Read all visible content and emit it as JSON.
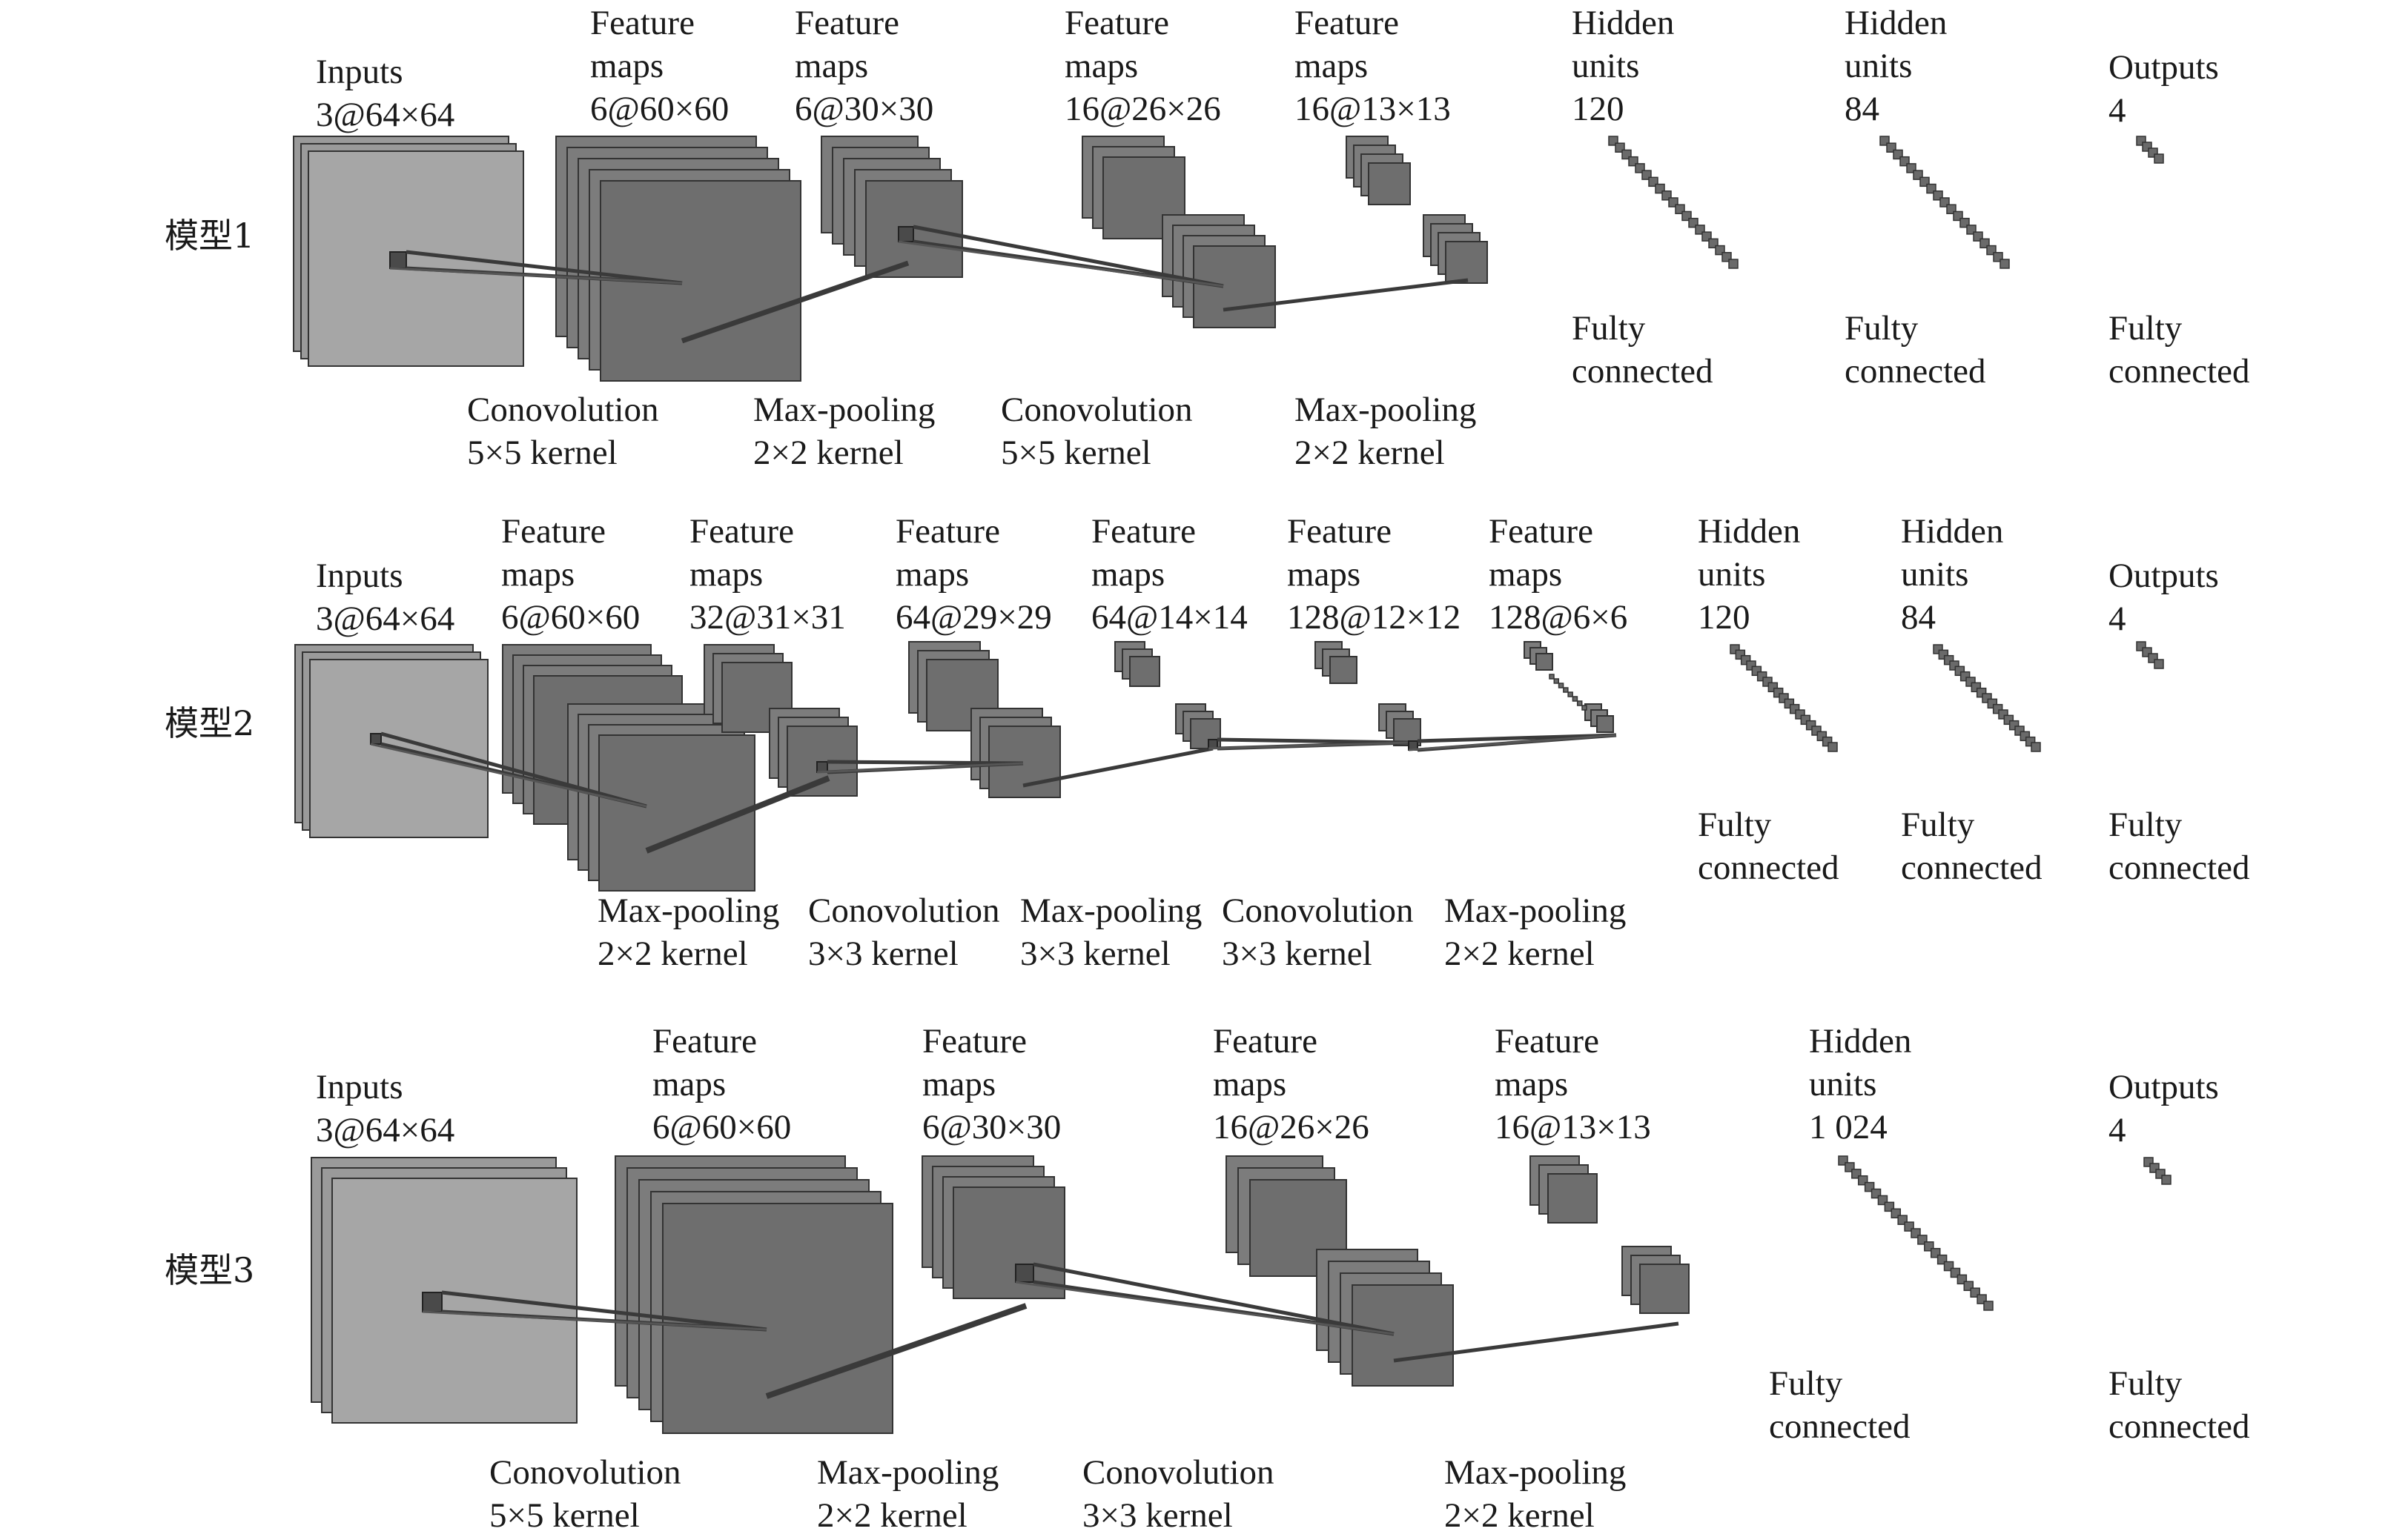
{
  "rows": [
    {
      "label": "模型1",
      "top_labels": [
        [
          "Inputs",
          "3@64×64"
        ],
        [
          "Feature",
          "maps",
          "6@60×60"
        ],
        [
          "Feature",
          "maps",
          "6@30×30"
        ],
        [
          "Feature",
          "maps",
          "16@26×26"
        ],
        [
          "Feature",
          "maps",
          "16@13×13"
        ],
        [
          "Hidden",
          "units",
          "120"
        ],
        [
          "Hidden",
          "units",
          "84"
        ],
        [
          "Outputs",
          "4"
        ]
      ],
      "bottom_labels": [
        [
          "Conovolution",
          "5×5 kernel"
        ],
        [
          "Max-pooling",
          "2×2 kernel"
        ],
        [
          "Conovolution",
          "5×5 kernel"
        ],
        [
          "Max-pooling",
          "2×2 kernel"
        ],
        [
          "Fulty",
          "connected"
        ],
        [
          "Fulty",
          "connected"
        ],
        [
          "Fulty",
          "connected"
        ]
      ]
    },
    {
      "label": "模型2",
      "top_labels": [
        [
          "Inputs",
          "3@64×64"
        ],
        [
          "Feature",
          "maps",
          "6@60×60"
        ],
        [
          "Feature",
          "maps",
          "32@31×31"
        ],
        [
          "Feature",
          "maps",
          "64@29×29"
        ],
        [
          "Feature",
          "maps",
          "64@14×14"
        ],
        [
          "Feature",
          "maps",
          "128@12×12"
        ],
        [
          "Feature",
          "maps",
          "128@6×6"
        ],
        [
          "Hidden",
          "units",
          "120"
        ],
        [
          "Hidden",
          "units",
          "84"
        ],
        [
          "Outputs",
          "4"
        ]
      ],
      "bottom_labels": [
        [
          "Max-pooling",
          "2×2 kernel"
        ],
        [
          "Conovolution",
          "3×3 kernel"
        ],
        [
          "Max-pooling",
          "3×3 kernel"
        ],
        [
          "Conovolution",
          "3×3 kernel"
        ],
        [
          "Max-pooling",
          "2×2 kernel"
        ],
        [
          "Fulty",
          "connected"
        ],
        [
          "Fulty",
          "connected"
        ],
        [
          "Fulty",
          "connected"
        ]
      ]
    },
    {
      "label": "模型3",
      "top_labels": [
        [
          "Inputs",
          "3@64×64"
        ],
        [
          "Feature",
          "maps",
          "6@60×60"
        ],
        [
          "Feature",
          "maps",
          "6@30×30"
        ],
        [
          "Feature",
          "maps",
          "16@26×26"
        ],
        [
          "Feature",
          "maps",
          "16@13×13"
        ],
        [
          "Hidden",
          "units",
          "1 024"
        ],
        [
          "Outputs",
          "4"
        ]
      ],
      "bottom_labels": [
        [
          "Conovolution",
          "5×5 kernel"
        ],
        [
          "Max-pooling",
          "2×2 kernel"
        ],
        [
          "Conovolution",
          "3×3 kernel"
        ],
        [
          "Max-pooling",
          "2×2 kernel"
        ],
        [
          "Fulty",
          "connected"
        ],
        [
          "Fulty",
          "connected"
        ]
      ]
    }
  ],
  "colors": {
    "input_map": "#a6a6a6",
    "feature_map": "#6e6e6e",
    "map_border": "#333333",
    "connector": "#3a3a3a",
    "text": "#1a1a1a"
  }
}
